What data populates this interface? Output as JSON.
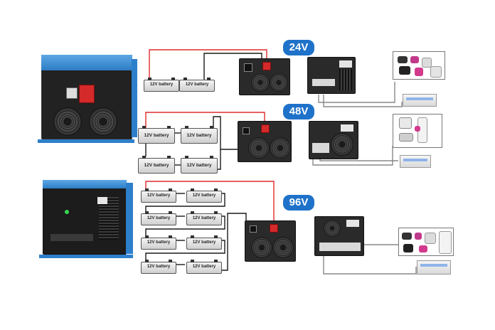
{
  "systems": [
    {
      "voltage_label": "24V",
      "battery_label": "12V battery",
      "battery_count": 2
    },
    {
      "voltage_label": "48V",
      "battery_label": "12V battery",
      "battery_count": 4
    },
    {
      "voltage_label": "96V",
      "battery_label": "12V battery",
      "battery_count": 8
    }
  ],
  "colors": {
    "positive_wire": "#e02b2b",
    "negative_wire": "#1a1a1a",
    "ac_wire": "#888888",
    "badge": "#1f72c9",
    "inverter_body": "#3b8fd6"
  },
  "icons": [
    "inverter-photo",
    "battery",
    "inverter-front",
    "inverter-back",
    "appliances",
    "air-conditioner"
  ]
}
